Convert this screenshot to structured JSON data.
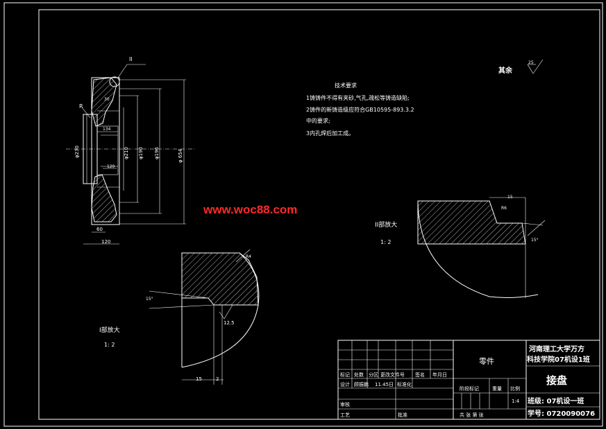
{
  "drawing": {
    "section_label": "II",
    "roughness": {
      "label": "其余",
      "value": "25"
    },
    "tech_req": {
      "title": "技术要求",
      "lines": [
        "1铸铸件不得有夹砂,气孔,疏松等铸造缺陷;",
        "2铸件的新铸造级应符合GB10595-893.3.2",
        "中的要求;",
        "3内孔焊后加工成。"
      ]
    },
    "dims_main": {
      "d_a": "φ230",
      "d_b": "φ210",
      "d_c": "φ190",
      "d_d": "φ196",
      "d_e": "φ 654",
      "w_60": "60",
      "w_120": "120",
      "w_134": "134",
      "w_120b": "120",
      "r1": "R",
      "n1": "30"
    },
    "detail_ii": {
      "label": "II部放大",
      "scale": "1: 2",
      "dim_15": "15",
      "dim_a": "R6",
      "dim_b": "15°"
    },
    "detail_i": {
      "label": "I部放大",
      "scale": "1: 2",
      "dim_15": "15",
      "dim_2": "2",
      "dim_r": "R4",
      "dim_angle": "15°",
      "dim_rough": "12.5"
    },
    "watermark": "www.woc88.com",
    "title_block": {
      "headers": [
        "标记",
        "处数",
        "分区",
        "更改文件号",
        "签名",
        "年月日"
      ],
      "row_design": [
        "设计",
        "顾振鹏",
        "11.45日",
        "标准化"
      ],
      "row_check": "审核",
      "row_process": "工艺",
      "row_approve": "批准",
      "part": "零件",
      "stage": "阶段标记",
      "weight": "重量",
      "ratio": "比例",
      "ratio_val": "1:4",
      "sheets": "共  张 第  张",
      "school_1": "河南理工大学万方",
      "school_2": "科技学院07机设1班",
      "name": "接盘",
      "class": "班级: 07机设一班",
      "student_id": "学号: 0720090076"
    }
  }
}
